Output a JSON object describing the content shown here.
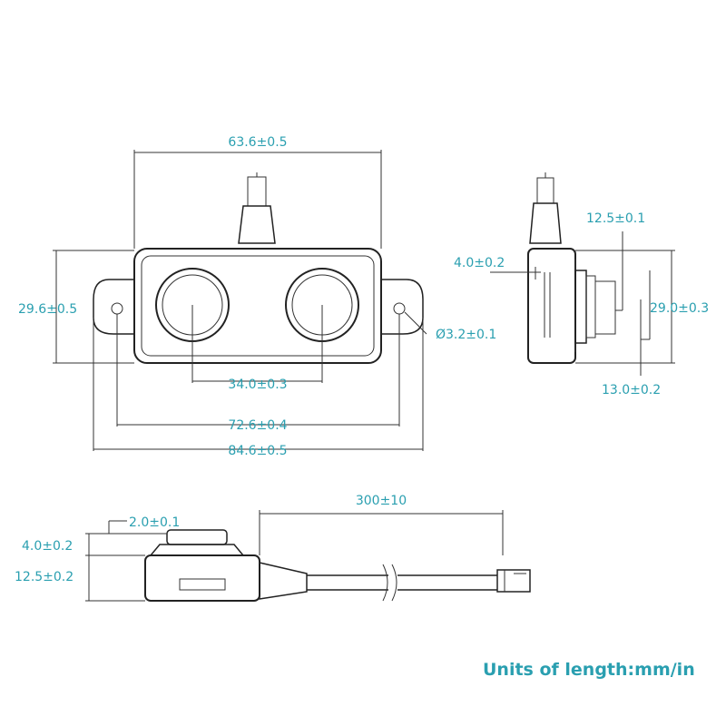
{
  "dimensions": {
    "top_width": "63.6±0.5",
    "front_height": "29.6±0.5",
    "sensor_spacing": "34.0±0.3",
    "hole_spacing": "72.6±0.4",
    "overall_width": "84.6±0.5",
    "hole_diameter": "Ø3.2±0.1",
    "side_depth": "12.5±0.1",
    "side_flange": "4.0±0.2",
    "side_height": "29.0±0.3",
    "side_body": "13.0±0.2",
    "bottom_step": "2.0±0.1",
    "bottom_top": "4.0±0.2",
    "bottom_body": "12.5±0.2",
    "cable_length": "300±10"
  },
  "footer": {
    "units": "Units of length:mm/in"
  },
  "colors": {
    "dimension_text": "#2a9fb0",
    "line": "#222222"
  }
}
